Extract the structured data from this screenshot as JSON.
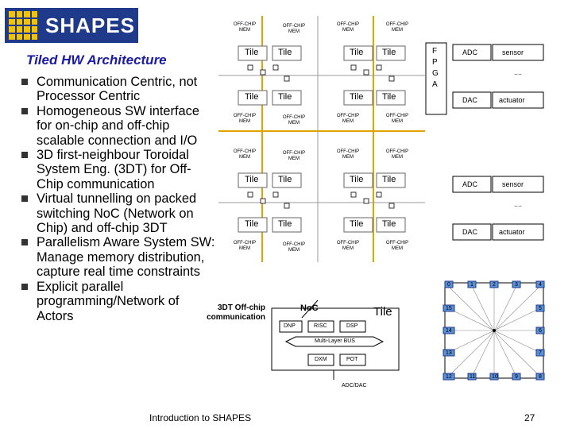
{
  "logo": {
    "text": "SHAPES"
  },
  "heading": "Tiled HW Architecture",
  "bullets": [
    "Communication Centric, not Processor Centric",
    "Homogeneous SW interface for on-chip and off-chip scalable connection and I/O",
    "3D first-neighbour Toroidal System Eng. (3DT) for Off-Chip communication",
    "Virtual tunnelling on packed switching NoC (Network on Chip) and off-chip 3DT",
    "Parallelism Aware System SW: Manage memory distribution, capture real time constraints",
    "Explicit parallel programming/Network of Actors"
  ],
  "diagram": {
    "mem_label_line1": "OFF-CHIP",
    "mem_label_line2": "MEM",
    "tile_label": "Tile",
    "fpga_label": "F P G A",
    "adc": "ADC",
    "dac": "DAC",
    "sensor": "sensor",
    "actuator": "actuator",
    "ellipsis": "....",
    "comm_3dt_line1": "3DT Off-chip",
    "comm_3dt_line2": "communication",
    "noc": "NoC",
    "tile_big": "Tile",
    "dnp": "DNP",
    "risc": "RISC",
    "dsp": "DSP",
    "bus": "Multi-Layer BUS",
    "dxm": "DXM",
    "pot": "POT",
    "adc_dac": "ADC/DAC",
    "torus_top": [
      "0",
      "1",
      "2",
      "3",
      "4"
    ],
    "torus_right": [
      "5",
      "6",
      "7",
      "8"
    ],
    "torus_left": [
      "15",
      "14",
      "13",
      "12"
    ],
    "torus_bottom": [
      "11",
      "10",
      "9"
    ]
  },
  "footer": "Introduction to SHAPES",
  "page_number": "27",
  "colors": {
    "logo_bg": "#1f3a8a",
    "logo_squares": "#f2c300",
    "heading": "#1a1aa6",
    "grid_line": "#e2a400",
    "torus_node": "#5b8fd6"
  }
}
